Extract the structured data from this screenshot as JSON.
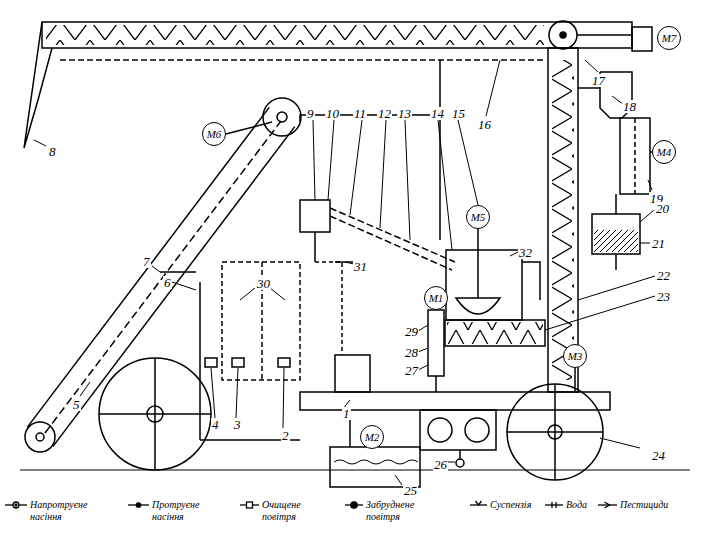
{
  "diagram": {
    "nodes": [
      {
        "text": [
          "M7"
        ]
      },
      {
        "text": [
          "M6"
        ]
      },
      {
        "text": [
          "M4"
        ]
      },
      {
        "text": [
          "M5"
        ]
      },
      {
        "text": [
          "M1"
        ]
      },
      {
        "text": [
          "M3"
        ]
      },
      {
        "text": [
          "M2"
        ]
      }
    ],
    "labels": [
      "1",
      "2",
      "3",
      "4",
      "5",
      "6",
      "7",
      "8",
      "9",
      "10",
      "11",
      "12",
      "13",
      "14",
      "15",
      "16",
      "17",
      "18",
      "19",
      "20",
      "21",
      "22",
      "23",
      "24",
      "25",
      "26",
      "27",
      "28",
      "29",
      "30",
      "31",
      "32"
    ],
    "legend": [
      {
        "text": "Напротруєне насіння"
      },
      {
        "text": "Протруєне насіння"
      },
      {
        "text": "Очищене повітря"
      },
      {
        "text": "Забруднене повітря"
      },
      {
        "text": "Суспензія"
      },
      {
        "text": "Вода"
      },
      {
        "text": "Пестициди"
      }
    ]
  }
}
